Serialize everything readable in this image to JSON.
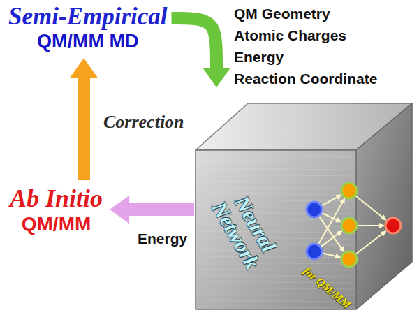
{
  "diagram": {
    "nodes": [
      {
        "text": [
          "Semi-Empirical",
          "QM/MM MD"
        ]
      },
      {
        "text": [
          "Neural Network",
          "for QM/MM"
        ]
      },
      {
        "text": [
          "Ab Initio",
          "QM/MM"
        ]
      }
    ],
    "edges": [
      {
        "from": 0,
        "to": 1,
        "arrow": "to"
      },
      {
        "from": 1,
        "to": 2,
        "label": "Energy",
        "arrow": "to"
      },
      {
        "from": 2,
        "to": 0,
        "label": "Correction",
        "arrow": "to"
      }
    ],
    "labels": [
      "QM Geometry",
      "Atomic Charges",
      "Energy",
      "Reaction Coordinate"
    ]
  }
}
